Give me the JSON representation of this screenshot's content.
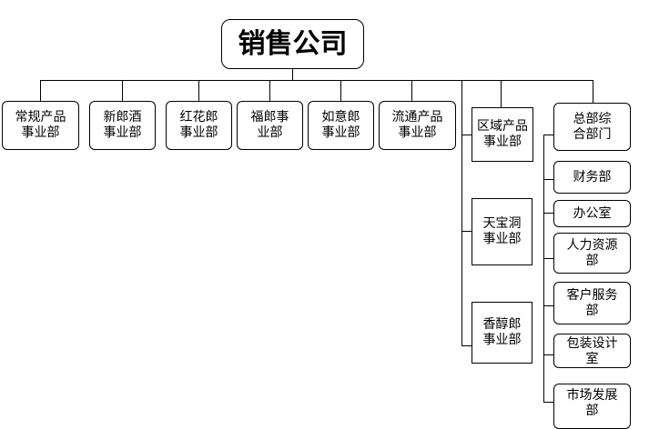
{
  "root": {
    "label": "销售公司"
  },
  "divisions": [
    {
      "label": "常规产品\n事业部"
    },
    {
      "label": "新郎酒\n事业部"
    },
    {
      "label": "红花郎\n事业部"
    },
    {
      "label": "福郎事\n业部"
    },
    {
      "label": "如意郎\n事业部"
    },
    {
      "label": "流通产品\n事业部"
    }
  ],
  "regional": {
    "label": "区域产品\n事业部",
    "children": [
      {
        "label": "天宝洞\n事业部"
      },
      {
        "label": "香醇郎\n事业部"
      }
    ]
  },
  "general": {
    "label": "总部综\n合部门",
    "children": [
      {
        "label": "财务部"
      },
      {
        "label": "办公室"
      },
      {
        "label": "人力资源\n部"
      },
      {
        "label": "客户服务\n部"
      },
      {
        "label": "包装设计\n室"
      },
      {
        "label": "市场发展\n部"
      }
    ]
  }
}
